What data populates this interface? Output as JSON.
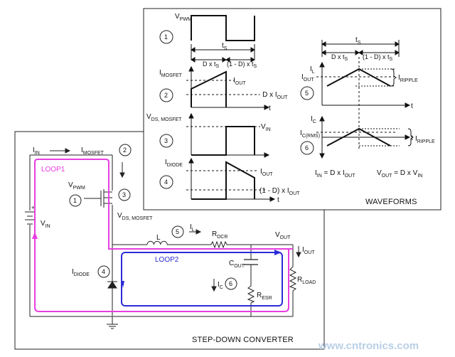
{
  "captions": {
    "converter": "STEP-DOWN CONVERTER",
    "waveforms": "WAVEFORMS"
  },
  "circuit": {
    "loop1": "LOOP1",
    "loop2": "LOOP2",
    "vin": {
      "main": "V",
      "sub": "IN"
    },
    "iin": {
      "main": "I",
      "sub": "IN"
    },
    "imosfet": {
      "main": "I",
      "sub": "MOSFET"
    },
    "vpwm": {
      "main": "V",
      "sub": "PWM"
    },
    "vds": {
      "main": "V",
      "sub": "DS, MOSFET"
    },
    "idiode": {
      "main": "I",
      "sub": "DIODE"
    },
    "inductor": "L",
    "il": {
      "main": "I",
      "sub": "L"
    },
    "rdcr": {
      "main": "R",
      "sub": "DCR"
    },
    "vout": {
      "main": "V",
      "sub": "OUT"
    },
    "iout": {
      "main": "I",
      "sub": "OUT"
    },
    "cout": {
      "main": "C",
      "sub": "OUT"
    },
    "ic": {
      "main": "I",
      "sub": "C"
    },
    "resr": {
      "main": "R",
      "sub": "ESR"
    },
    "rload": {
      "main": "R",
      "sub": "LOAD"
    },
    "plus": "+"
  },
  "markers": [
    "1",
    "2",
    "3",
    "4",
    "5",
    "6"
  ],
  "waveforms": {
    "vpwm": {
      "main": "V",
      "sub": "PWM"
    },
    "ts": {
      "main": "t",
      "sub": "S"
    },
    "d_ts": {
      "pre": "D x t",
      "sub": "S"
    },
    "one_minus_d_ts": {
      "pre": "(1 - D) x t",
      "sub": "S"
    },
    "imosfet": {
      "main": "I",
      "sub": "MOSFET"
    },
    "iout_dash": {
      "pre": "- I",
      "sub": "OUT"
    },
    "d_iout": {
      "pre": "- D x I",
      "sub": "OUT"
    },
    "t": "t",
    "vds": {
      "main": "V",
      "sub": "DS, MOSFET"
    },
    "vin": {
      "main": "V",
      "sub": "IN"
    },
    "idiode": {
      "main": "I",
      "sub": "DIODE"
    },
    "iout": {
      "main": "I",
      "sub": "OUT"
    },
    "one_minus_d_iout": {
      "pre": "(1 - D) x I",
      "sub": "OUT"
    },
    "il": {
      "main": "I",
      "sub": "L"
    },
    "iout_il": {
      "main": "I",
      "sub": "OUT"
    },
    "iripple": {
      "main": "I",
      "sub": "RIPPLE"
    },
    "ic": {
      "main": "I",
      "sub": "C"
    },
    "icrms": {
      "main": "I",
      "sub": "C(RMS)"
    },
    "iripple2": {
      "main": "I",
      "sub": "RIPPLE"
    },
    "eq_iin": {
      "main": "I",
      "sub": "IN",
      "mid": " = D x I",
      "sub2": "OUT"
    },
    "eq_vout": {
      "main": "V",
      "sub": "OUT",
      "mid": " = D x V",
      "sub2": "IN"
    }
  },
  "watermark": "www.cntronics.com",
  "colors": {
    "loop1": "#e83ee0",
    "loop2": "#2b2bd6",
    "watermark": "#b9cfe6"
  }
}
